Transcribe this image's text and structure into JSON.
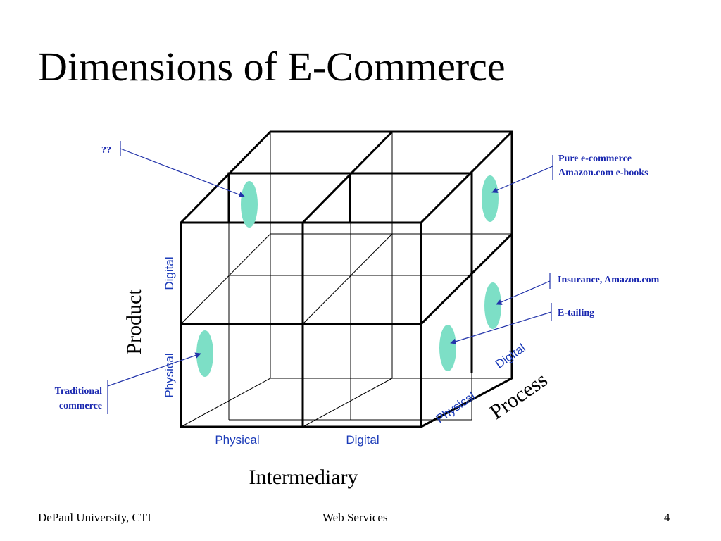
{
  "slide": {
    "title": "Dimensions of E-Commerce",
    "footer_left": "DePaul University, CTI",
    "footer_center": "Web Services",
    "footer_right": "4"
  },
  "diagram": {
    "axes": {
      "product": {
        "label": "Product",
        "values": [
          "Digital",
          "Physical"
        ]
      },
      "intermediary": {
        "label": "Intermediary",
        "values": [
          "Physical",
          "Digital"
        ]
      },
      "process": {
        "label": "Process",
        "values": [
          "Physical",
          "Digital"
        ]
      }
    },
    "callouts": {
      "unknown": "??",
      "pure_line1": "Pure e-commerce",
      "pure_line2": "Amazon.com e-books",
      "insurance": "Insurance, Amazon.com",
      "etailing": "E-tailing",
      "traditional_line1": "Traditional",
      "traditional_line2": "commerce"
    },
    "colors": {
      "marker": "#7ddfc6",
      "callout_text": "#1a28b0",
      "axis_value_text": "#1a3ab8",
      "leader_line": "#2233aa"
    }
  }
}
